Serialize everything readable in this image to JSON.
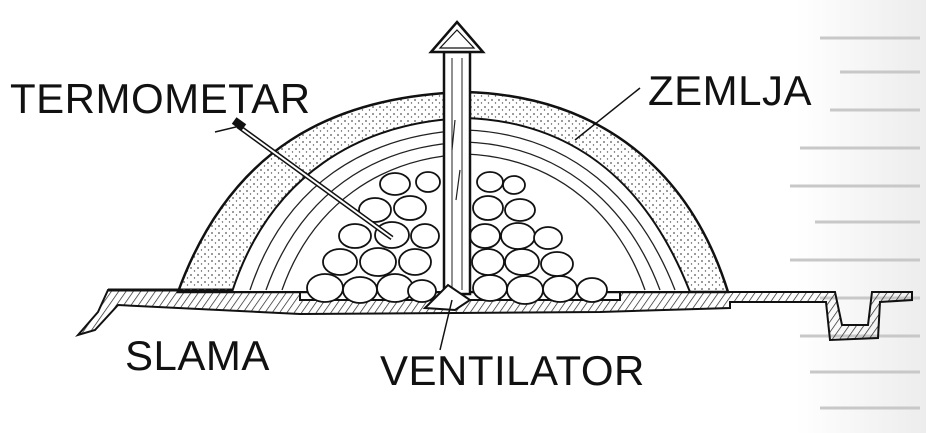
{
  "labels": {
    "termometar": "TERMOMETAR",
    "zemlja": "ZEMLJA",
    "slama": "SLAMA",
    "ventilator": "VENTILATOR"
  },
  "colors": {
    "ink": "#111111",
    "paper": "#ffffff",
    "soil_dot": "#555555",
    "bleed_text": "#c8c8c8"
  },
  "icons": {
    "ventilator_top": "arrow-up-icon"
  }
}
